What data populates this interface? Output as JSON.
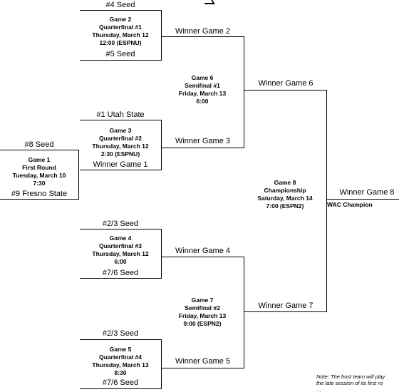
{
  "games": {
    "g2": {
      "line1": "Game 2",
      "line2": "Quarterfinal #1",
      "line3": "Thursday, March 12",
      "line4": "12:00 (ESPNU)",
      "top": "#4 Seed",
      "bottom": "#5 Seed"
    },
    "g3": {
      "line1": "Game 3",
      "line2": "Quarterfinal #2",
      "line3": "Thursday, March 12",
      "line4": "2:30 (ESPNU)",
      "top": "#1 Utah State"
    },
    "g1": {
      "line1": "Game 1",
      "line2": "First Round",
      "line3": "Tuesday, March 10",
      "line4": "7:30",
      "top": "#8 Seed",
      "bottom": "#9 Fresno State"
    },
    "g4": {
      "line1": "Game 4",
      "line2": "Quarterfinal #3",
      "line3": "Thursday, March 12",
      "line4": "6:00",
      "top": "#2/3 Seed",
      "bottom": "#7/6 Seed"
    },
    "g5": {
      "line1": "Game 5",
      "line2": "Quarterfinal #4",
      "line3": "Thursday, March 13",
      "line4": "8:30",
      "top": "#2/3 Seed",
      "bottom": "#7/6 Seed"
    },
    "g6": {
      "line1": "Game 6",
      "line2": "Semifinal #1",
      "line3": "Friday, March 13",
      "line4": "6:00"
    },
    "g7": {
      "line1": "Game 7",
      "line2": "Semifinal #2",
      "line3": "Friday, March 13",
      "line4": "9:00 (ESPN2)"
    },
    "g8": {
      "line1": "Game 8",
      "line2": "Championship",
      "line3": "Saturday, March 14",
      "line4": "7:00 (ESPN2)"
    }
  },
  "winners": {
    "w1": "Winner Game 1",
    "w2": "Winner Game 2",
    "w3": "Winner Game 3",
    "w4": "Winner Game 4",
    "w5": "Winner Game 5",
    "w6": "Winner Game 6",
    "w7": "Winner Game 7",
    "w8": "Winner Game 8"
  },
  "champion": "WAC Champion",
  "note": {
    "line1": "Note: The host team will play",
    "line2": "the late session of its first ro",
    "line3": "…"
  }
}
